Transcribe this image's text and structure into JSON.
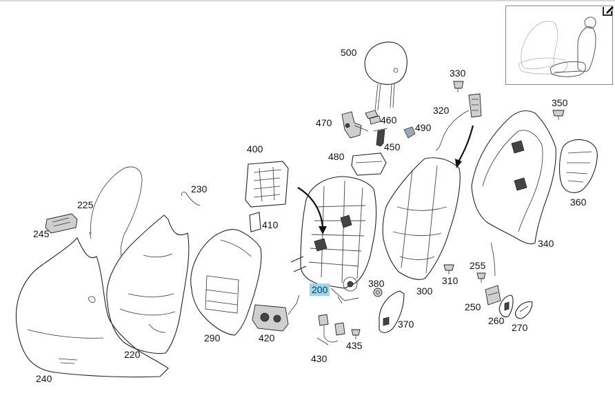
{
  "labels": [
    {
      "id": "500",
      "text": "500"
    },
    {
      "id": "330",
      "text": "330"
    },
    {
      "id": "320",
      "text": "320"
    },
    {
      "id": "350",
      "text": "350"
    },
    {
      "id": "470",
      "text": "470"
    },
    {
      "id": "460",
      "text": "460"
    },
    {
      "id": "490",
      "text": "490"
    },
    {
      "id": "450",
      "text": "450"
    },
    {
      "id": "480",
      "text": "480"
    },
    {
      "id": "400",
      "text": "400"
    },
    {
      "id": "360",
      "text": "360"
    },
    {
      "id": "230",
      "text": "230"
    },
    {
      "id": "225",
      "text": "225"
    },
    {
      "id": "410",
      "text": "410"
    },
    {
      "id": "245",
      "text": "245"
    },
    {
      "id": "340",
      "text": "340"
    },
    {
      "id": "255",
      "text": "255"
    },
    {
      "id": "380",
      "text": "380"
    },
    {
      "id": "310",
      "text": "310"
    },
    {
      "id": "200",
      "text": "200"
    },
    {
      "id": "300",
      "text": "300"
    },
    {
      "id": "250",
      "text": "250"
    },
    {
      "id": "370",
      "text": "370"
    },
    {
      "id": "260",
      "text": "260"
    },
    {
      "id": "270",
      "text": "270"
    },
    {
      "id": "290",
      "text": "290"
    },
    {
      "id": "420",
      "text": "420"
    },
    {
      "id": "220",
      "text": "220"
    },
    {
      "id": "435",
      "text": "435"
    },
    {
      "id": "430",
      "text": "430"
    },
    {
      "id": "240",
      "text": "240"
    }
  ],
  "selected_part": "200",
  "icons": {
    "edit": "edit-icon"
  },
  "colors": {
    "highlight": "#9fd6ec",
    "line": "#222222",
    "thumbnail_border": "#888888"
  }
}
